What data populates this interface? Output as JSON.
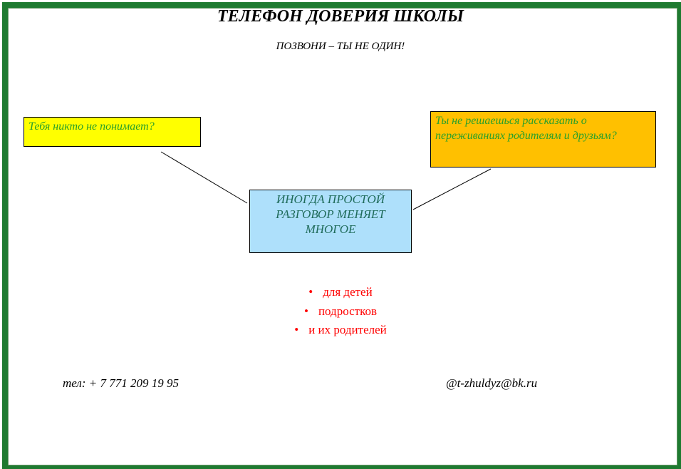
{
  "document": {
    "title": "ТЕЛЕФОН ДОВЕРИЯ ШКОЛЫ",
    "subtitle": "ПОЗВОНИ – ТЫ НЕ ОДИН!"
  },
  "boxes": {
    "left": "Тебя никто не понимает?",
    "right": "Ты не решаешься рассказать о переживаниях родителям и друзьям?",
    "center": "ИНОГДА ПРОСТОЙ РАЗГОВОР МЕНЯЕТ МНОГОЕ"
  },
  "audience": [
    "для детей",
    "подростков",
    "и их родителей"
  ],
  "contacts": {
    "phone": "тел: + 7 771 209 19 95",
    "email": "@t-zhuldyz@bk.ru"
  },
  "colors": {
    "border": "#1e7a30",
    "left_box": "#ffff00",
    "right_box": "#ffc000",
    "center_box": "#aee0fb",
    "box_text": "#2aa02a",
    "center_text": "#1f6b5a",
    "list_text": "#ff0000"
  }
}
